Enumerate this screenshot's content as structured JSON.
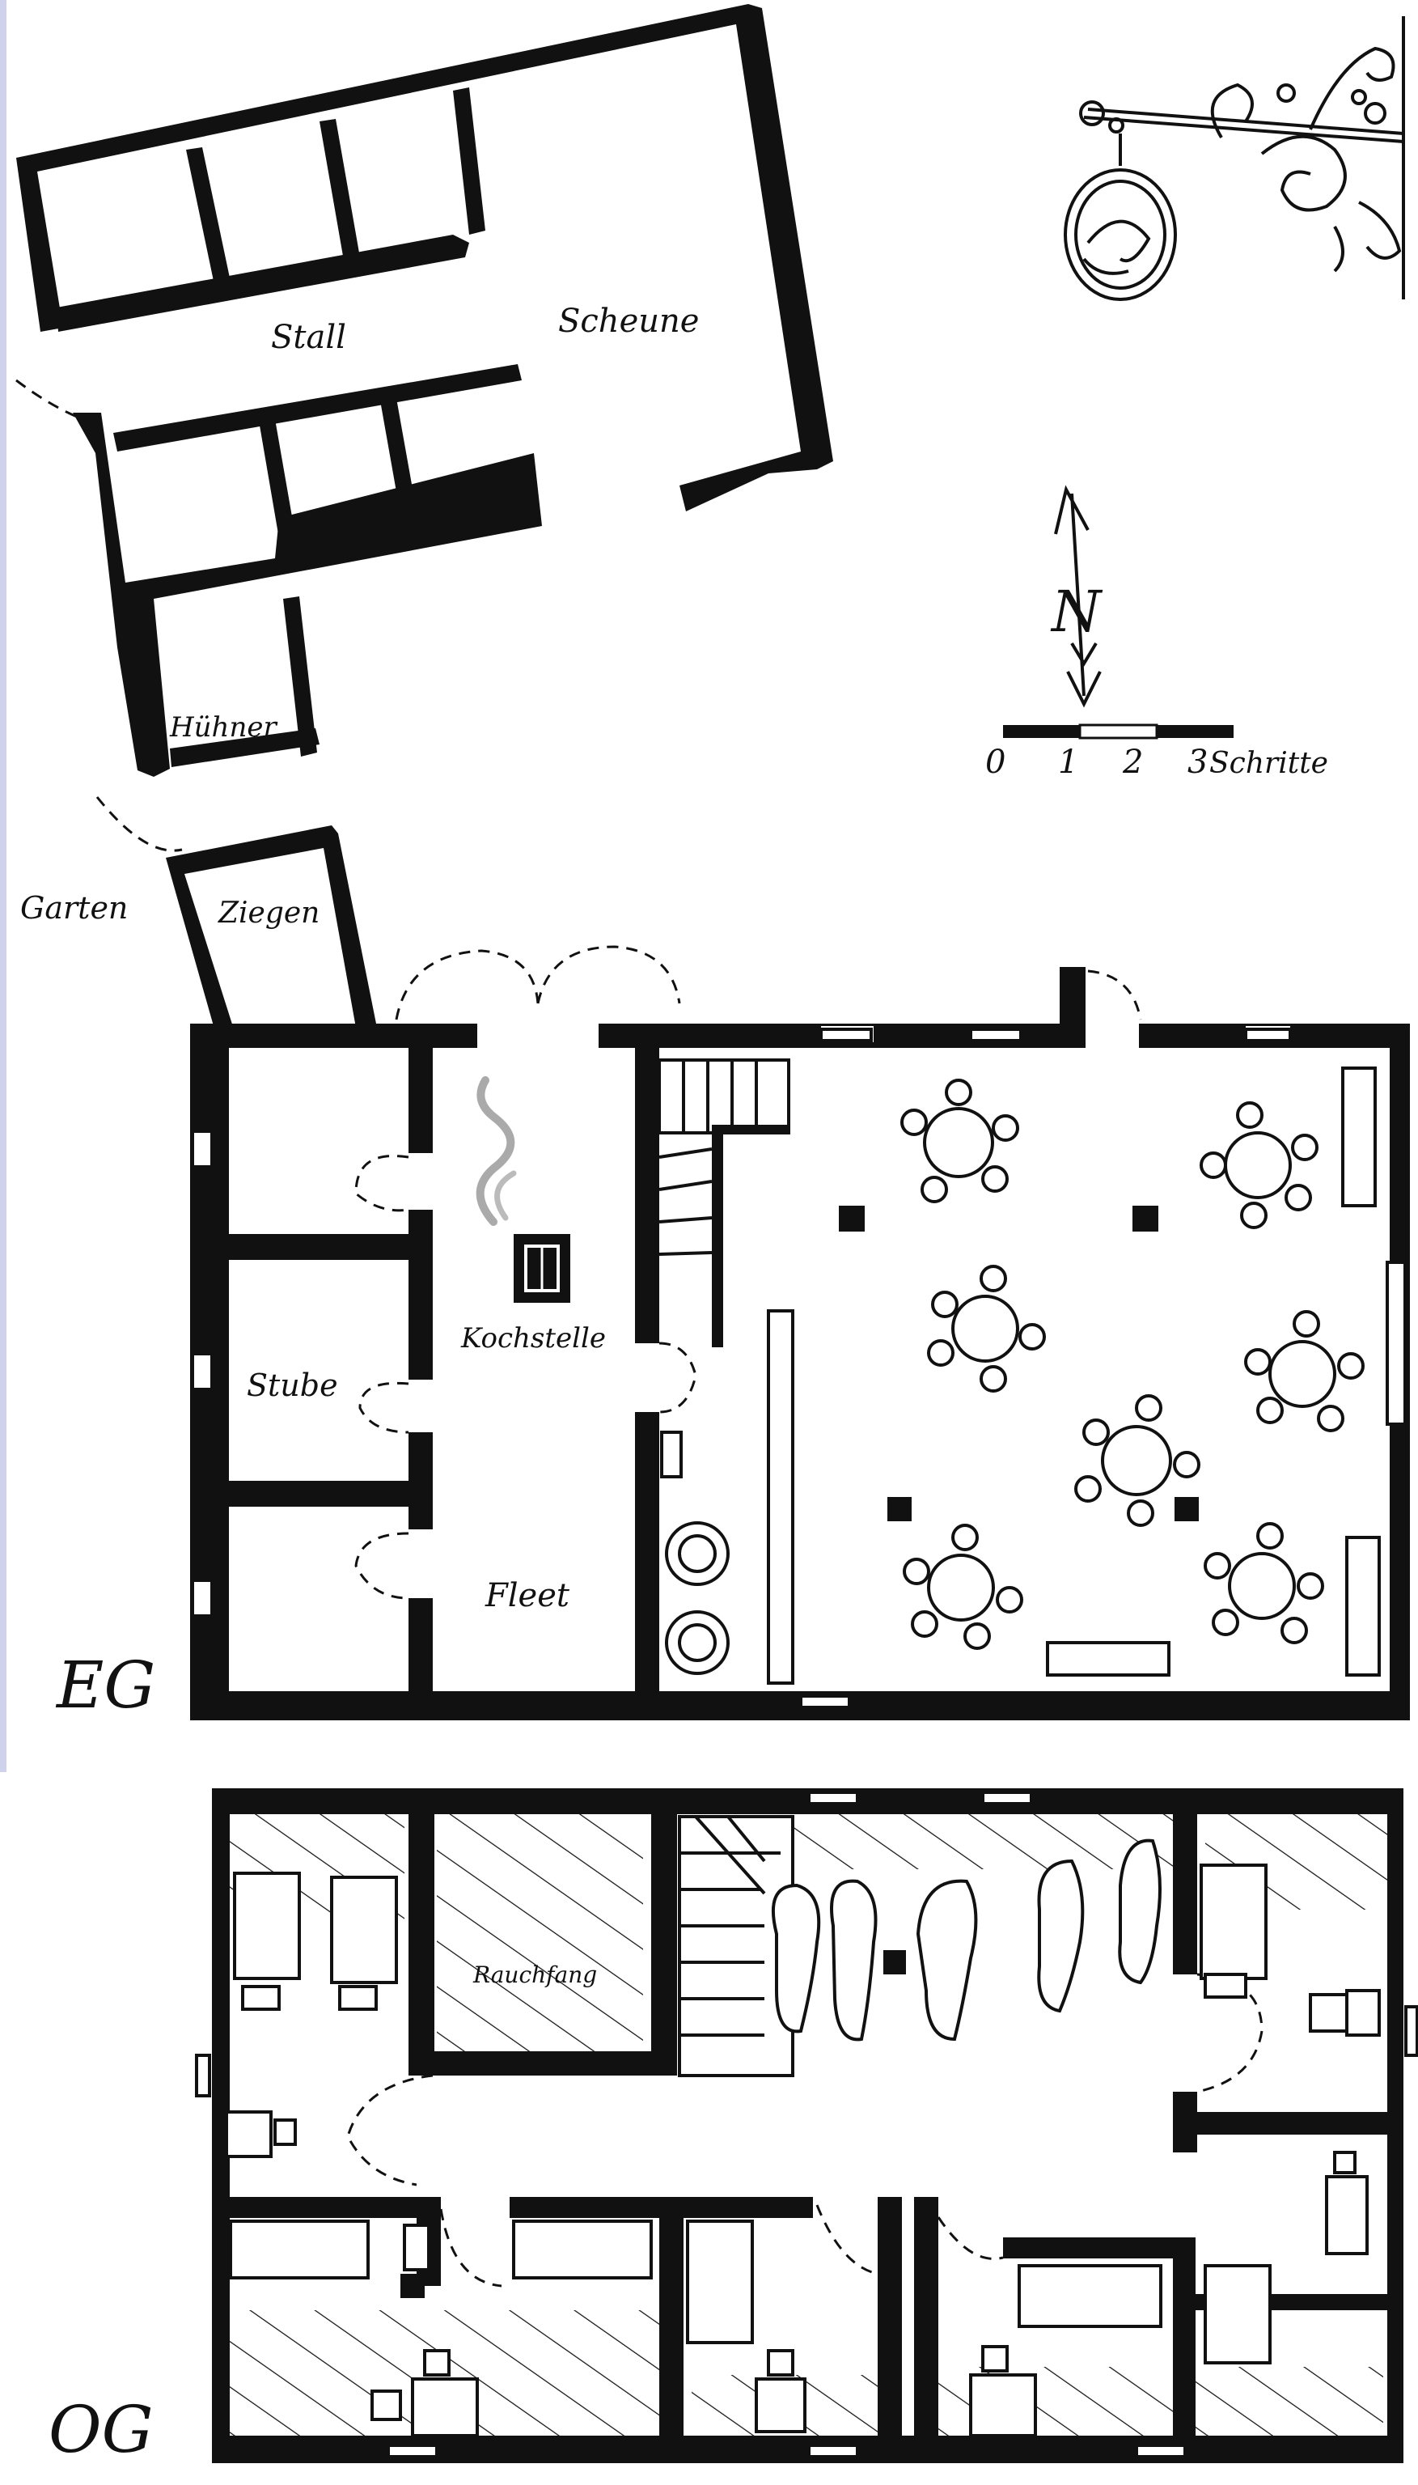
{
  "labels": {
    "stall": "Stall",
    "scheune": "Scheune",
    "huehner": "Hühner",
    "garten": "Garten",
    "ziegen": "Ziegen",
    "kochstelle": "Kochstelle",
    "stube": "Stube",
    "fleet": "Fleet",
    "eg": "EG",
    "rauchfang": "Rauchfang",
    "og": "OG"
  },
  "compass": {
    "letter": "N"
  },
  "scale": {
    "ticks": [
      "0",
      "1",
      "2",
      "3"
    ],
    "unit": "Schritte"
  },
  "colors": {
    "ink": "#111111",
    "paper": "#ffffff",
    "edge_tint": "#cfd2ec"
  },
  "icons": [
    "hanging-sign-icon",
    "north-arrow-icon",
    "smoke-icon",
    "fireplace-icon"
  ]
}
